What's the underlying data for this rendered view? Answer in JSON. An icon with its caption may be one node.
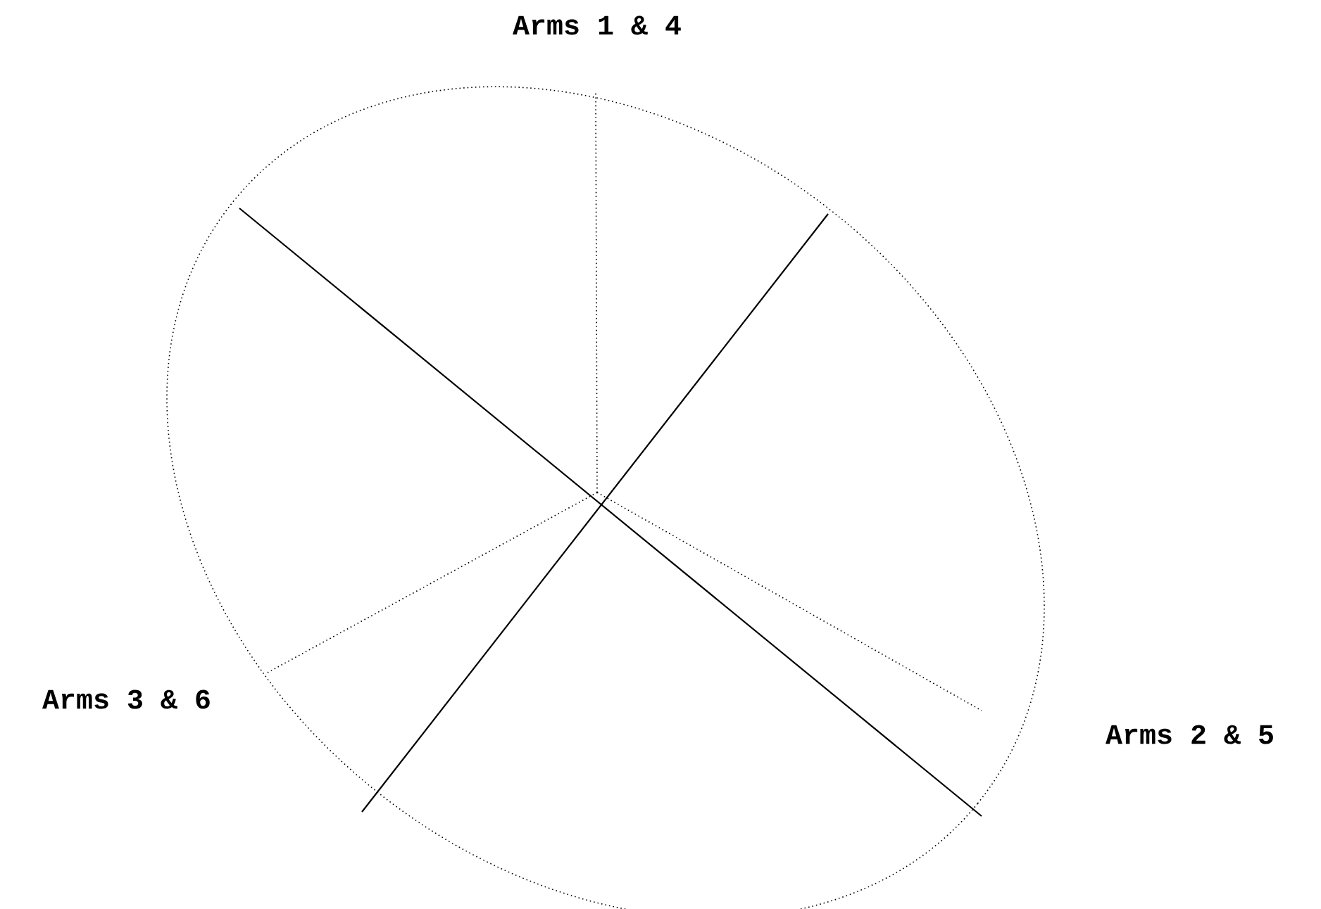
{
  "diagram": {
    "labels": [
      "Arms 1 & 4",
      "Arms 3 & 6",
      "Arms 2 & 5"
    ]
  }
}
